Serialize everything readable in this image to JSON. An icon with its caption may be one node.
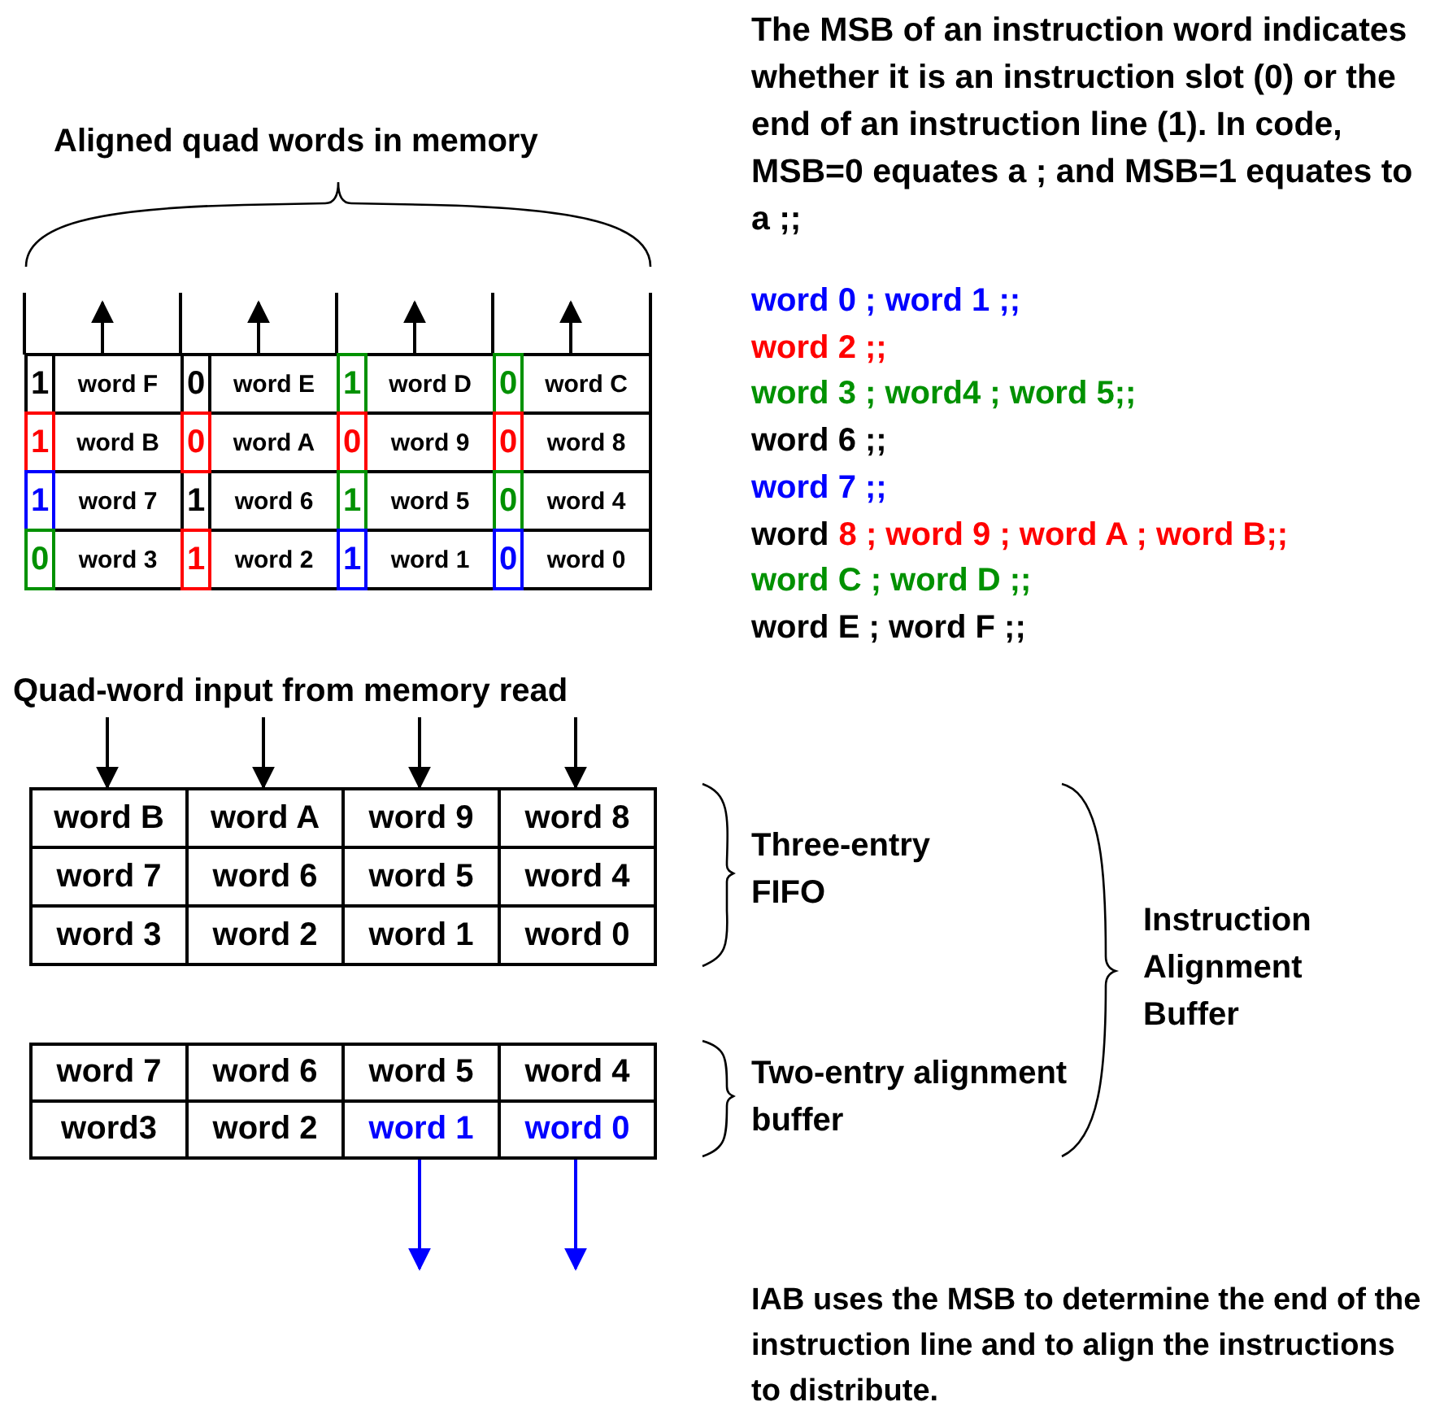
{
  "diagram": {
    "nodes": [
      {
        "text": [
          "1"
        ]
      },
      {
        "text": [
          "word F"
        ]
      },
      {
        "text": [
          "0"
        ]
      },
      {
        "text": [
          "word E"
        ]
      },
      {
        "text": [
          "1"
        ]
      },
      {
        "text": [
          "word D"
        ]
      },
      {
        "text": [
          "0"
        ]
      },
      {
        "text": [
          "word C"
        ]
      },
      {
        "text": [
          "1"
        ]
      },
      {
        "text": [
          "word B"
        ]
      },
      {
        "text": [
          "0"
        ]
      },
      {
        "text": [
          "word A"
        ]
      },
      {
        "text": [
          "0"
        ]
      },
      {
        "text": [
          "word 9"
        ]
      },
      {
        "text": [
          "0"
        ]
      },
      {
        "text": [
          "word 8"
        ]
      },
      {
        "text": [
          "1"
        ]
      },
      {
        "text": [
          "word 7"
        ]
      },
      {
        "text": [
          "1"
        ]
      },
      {
        "text": [
          "word 6"
        ]
      },
      {
        "text": [
          "1"
        ]
      },
      {
        "text": [
          "word 5"
        ]
      },
      {
        "text": [
          "0"
        ]
      },
      {
        "text": [
          "word 4"
        ]
      },
      {
        "text": [
          "0"
        ]
      },
      {
        "text": [
          "word 3"
        ]
      },
      {
        "text": [
          "1"
        ]
      },
      {
        "text": [
          "word 2"
        ]
      },
      {
        "text": [
          "1"
        ]
      },
      {
        "text": [
          "word 1"
        ]
      },
      {
        "text": [
          "0"
        ]
      },
      {
        "text": [
          "word 0"
        ]
      },
      {
        "text": [
          "Quad-word input from memory read"
        ]
      },
      {
        "text": [
          "word B"
        ]
      },
      {
        "text": [
          "word A"
        ]
      },
      {
        "text": [
          "word 9"
        ]
      },
      {
        "text": [
          "word 8"
        ]
      },
      {
        "text": [
          "word 7"
        ]
      },
      {
        "text": [
          "word 6"
        ]
      },
      {
        "text": [
          "word 5"
        ]
      },
      {
        "text": [
          "word 4"
        ]
      },
      {
        "text": [
          "word 3"
        ]
      },
      {
        "text": [
          "word 2"
        ]
      },
      {
        "text": [
          "word 1"
        ]
      },
      {
        "text": [
          "word 0"
        ]
      },
      {
        "text": [
          "word 7"
        ]
      },
      {
        "text": [
          "word 6"
        ]
      },
      {
        "text": [
          "word 5"
        ]
      },
      {
        "text": [
          "word 4"
        ]
      },
      {
        "text": [
          "word3"
        ]
      },
      {
        "text": [
          "word 2"
        ]
      },
      {
        "text": [
          "word 1"
        ]
      },
      {
        "text": [
          "word 0"
        ]
      }
    ],
    "edges": [
      {
        "from": 1,
        "to": null,
        "arrow": "to"
      },
      {
        "from": 3,
        "to": null,
        "arrow": "to"
      },
      {
        "from": 5,
        "to": null,
        "arrow": "to"
      },
      {
        "from": 7,
        "to": null,
        "arrow": "to"
      },
      {
        "from": 32,
        "to": 33,
        "arrow": "to"
      },
      {
        "from": 32,
        "to": 34,
        "arrow": "to"
      },
      {
        "from": 32,
        "to": 35,
        "arrow": "to"
      },
      {
        "from": 32,
        "to": 36,
        "arrow": "to"
      },
      {
        "from": 51,
        "to": null,
        "arrow": "to",
        "color": "#0000ff"
      },
      {
        "from": 52,
        "to": null,
        "arrow": "to",
        "color": "#0000ff"
      }
    ],
    "labels": [
      "Aligned quad words in memory",
      "The MSB of an instruction word indicates whether it is an instruction slot (0) or the end of an instruction line (1). In code, MSB=0 equates a ; and MSB=1 equates to a ;;",
      "word 0 ; word 1 ;;",
      "word 2 ;;",
      "word 3 ; word4 ; word 5;;",
      "word 6 ;;",
      "word 7 ;;",
      "word",
      "8 ; word 9 ; word A ; word B;;",
      "word C ; word D ;;",
      "word E ; word F ;;",
      "Three-entry FIFO",
      "Two-entry alignment buffer",
      "Instruction Alignment Buffer",
      "IAB uses the MSB to determine the end of the instruction line and to align the instructions to distribute."
    ]
  }
}
